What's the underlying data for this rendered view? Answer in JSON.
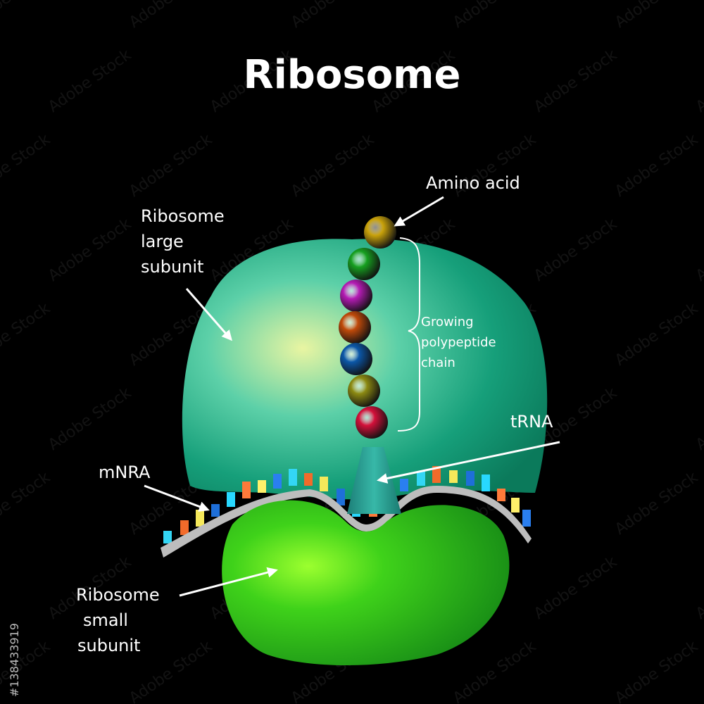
{
  "title": "Ribosome",
  "labels": {
    "large_subunit": [
      "Ribosome",
      "large",
      "subunit"
    ],
    "small_subunit": [
      "Ribosome",
      "small",
      "subunit"
    ],
    "amino_acid": "Amino acid",
    "polypeptide": [
      "Growing",
      "polypeptide",
      "chain"
    ],
    "trna": "tRNA",
    "mrna": "mNRA"
  },
  "watermark": "Adobe Stock",
  "stock_id": "#138433919",
  "colors": {
    "background": "#000000",
    "large_subunit": "#1faa80",
    "small_subunit": "#22b822",
    "trna": "#2aa398",
    "mrna_strand": "#bdbdbd",
    "label": "#ffffff"
  },
  "amino_acid_beads": [
    "#c9a20a",
    "#17a020",
    "#b51cb5",
    "#c04a0a",
    "#0b57a8",
    "#8c8a12",
    "#d4103a"
  ],
  "codon_colors": [
    "#33d6f5",
    "#f26b2a",
    "#f5e85a",
    "#1e6fd9",
    "#28d8ff",
    "#ff7a3a",
    "#fff06a",
    "#2a7ff0"
  ]
}
